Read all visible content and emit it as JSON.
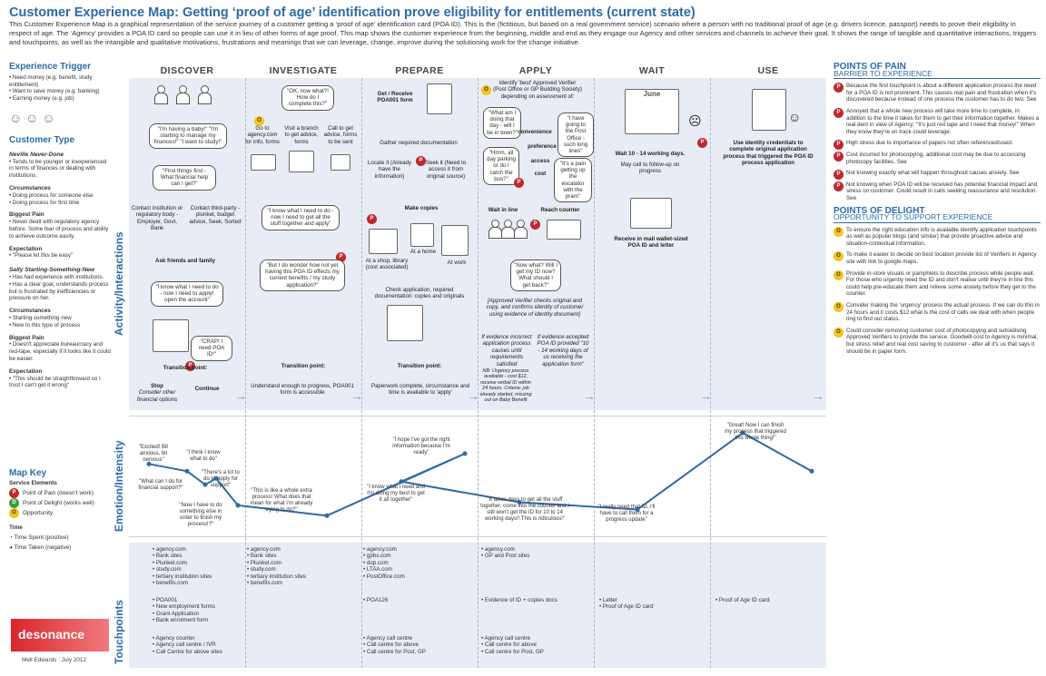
{
  "title": "Customer Experience Map: Getting ‘proof of age’ identification prove eligibility for entitlements (current state)",
  "intro": "This Customer Experience Map is a graphical representation of the service journey of a customer getting a ‘proof of age’ identification card (POA ID). This is the (fictitious, but based on a real government service) scenario where a person with no traditional proof of age (e.g. drivers licence, passport) needs to prove their eligibility in respect of age. The ‘Agency’ provides a POA ID card so people can use it in lieu of other forms of age proof. This map shows the customer experience from the beginning, middle and end as they engage our Agency and other services and channels to achieve their goal. It shows the range of tangible and quantitative interactions, triggers and touchpoints, as well as the intangible and qualitative motivations, frustrations and meanings that we can leverage, change, improve during the solutioning work for the change initiative.",
  "left": {
    "trigger_title": "Experience Trigger",
    "triggers": [
      "Need money (e.g. benefit, study entitlement)",
      "Want to save money (e.g. banking)",
      "Earning money (e.g. job)"
    ],
    "type_title": "Customer Type",
    "persona1": "Neville Never-Done",
    "persona1_desc": [
      "Tends to be younger or inexperienced in terms of finances or dealing with institutions."
    ],
    "circ_label": "Circumstances",
    "persona1_circ": [
      "Doing process for someone else",
      "Doing process for first time"
    ],
    "pain_label": "Biggest Pain",
    "persona1_pain": [
      "Never dealt with regulatory agency before. Some fear of process and ability to achieve outcome easily."
    ],
    "exp_label": "Expectation",
    "persona1_exp": [
      "\"Please let this be easy\""
    ],
    "persona2": "Sally Starting-Something-New",
    "persona2_desc": [
      "Has had experience with institutions.",
      "Has a clear goal, understands process but is frustrated by inefficiencies or pressure on her."
    ],
    "persona2_circ": [
      "Starting something new",
      "New to this type of process"
    ],
    "persona2_pain": [
      "Doesn't appreciate bureaucracy and red-tape, especially if it looks like it could be easier."
    ],
    "persona2_exp": [
      "\"This should be straightforward so I trust I can't get it wrong\""
    ]
  },
  "key": {
    "title": "Map Key",
    "service_label": "Service Elements",
    "pain": "Point of Pain (doesn't work)",
    "delight": "Point of Delight (works well)",
    "opportunity": "Opportunity",
    "time_label": "Time",
    "time_spent": "Time Spent (positive)",
    "time_taken": "Time Taken (negative)"
  },
  "brand": "desonance",
  "credit": "Mell Edwards : July 2012",
  "rows": [
    "Activity/Interactions",
    "Emotion/Intensity",
    "Touchpoints"
  ],
  "stages": [
    "DISCOVER",
    "INVESTIGATE",
    "PREPARE",
    "APPLY",
    "WAIT",
    "USE"
  ],
  "discover": {
    "b1": "\"I'm having a baby!\" \"I'm starting to manage my finances!\" \"I want to study!\"",
    "b2": "\"First things first - What financial help can I get?\"",
    "contact1": "Contact institution or regulatory body - Employer, Govt, Bank",
    "contact2": "Contact third-party - plunket, budget advice, Seek, Sorted",
    "ask": "Ask friends and family",
    "b3": "\"I know what I need to do - now I need to apply! open the account\"",
    "crap": "\"CRAP! I need POA ID!\"",
    "transition": "Transition point:",
    "stop": "Stop",
    "stop_sub": "Consider other financial options",
    "continue": "Continue"
  },
  "investigate": {
    "b1": "\"OK, now what?! How do I complete this?\"",
    "goto": "Go to agency.com for info, forms",
    "visit": "Visit a branch to get advice, forms",
    "call": "Call to get advice, forms to be sent",
    "b2": "\"I know what I need to do - now I need to get all the stuff together and apply\"",
    "b3": "\"But I do wonder how not yet having this POA ID effects my current benefits / my study application?\"",
    "transition": "Transition point:",
    "trans_text": "Understand enough to progress, POA001 form is accessible"
  },
  "prepare": {
    "get": "Get / Receive POA001 form",
    "gather": "Gather required documentation",
    "locate": "Locate it (Already have the information)",
    "seek": "Seek it (Need to access it from original source)",
    "copies": "Make copies",
    "at_shop": "At a shop, library (cost associated)",
    "at_home": "At a home",
    "at_work": "At work",
    "check": "Check application, required documentation: copies and originals",
    "transition": "Transition point:",
    "trans_text": "Paperwork complete, circumstance and time is available to 'apply'"
  },
  "apply": {
    "identify": "Identify 'best' Approved Verifier (Post Office or GP Building Society) depending on assessment of:",
    "convenience": "convenience",
    "preference": "preference",
    "access": "access",
    "cost": "cost",
    "b1": "\"What am I doing that day - will I be in town?\"",
    "b2": "\"I have going to the Post Office - such long lines\"",
    "b3": "\"Hmm, all day parking or do I catch the bus?\"",
    "b4": "\"It's a pain getting up the escalator with the pram\"",
    "wait": "Wait in line",
    "reach": "Reach counter",
    "b5": "\"Now what? Will I get my ID now? What should I get back?\"",
    "verifier": "[Approved Verifier checks original and copy, and confirms identity of customer using evidence of identity document]",
    "incorrect": "If evidence incorrect application process causes until requirements satisfied",
    "accepted": "If evidence accepted POA ID provided \"10 - 14 working days of us receiving the application form\"",
    "note": "NB: Urgency process available - cost $12, receive verbal ID within 24 hours. Criteria: job already started, missing out on Baby Benefit"
  },
  "wait": {
    "calendar": "June",
    "days": "Wait 10 - 14 working days.",
    "may_call": "May call to follow-up on progress",
    "receive": "Receive in mail wallet-sized POA ID and letter"
  },
  "use": {
    "text": "Use identity credentials to complete original application process that triggered the POA ID process application"
  },
  "emotion": {
    "n1": "\"Excited! Bit anxious, bit nervous\"",
    "n2": "\"I think I know what to do\"",
    "n3": "\"What can I do for financial support?\"",
    "n4": "\"There's a lot to do to apply for support\"",
    "n5": "\"Now I have to do something else in order to finish my process!?\"",
    "n6": "\"This is like a whole extra process! What does that mean for what I'm already trying to do?\"",
    "n7": "\"I hope I've got the right information because I'm ready\"",
    "n8": "\"I know what I need and I'm doing my best to get it all together\"",
    "n9": "\"It takes days to get all the stuff together, come into the counter and I still won't get the ID for 10 to 14 working days!! This is ridiculous!\"",
    "n10": "\"I really need that ID, I'll have to call them for a progress update\"",
    "n11": "\"Great! Now I can finish my process that triggered this whole thing!\""
  },
  "touchpoints": {
    "row1": [
      [
        "agency.com",
        "Bank sites",
        "Plunket.com",
        "study.com",
        "tertiary institution sites",
        "benefits.com"
      ],
      [
        "agency.com",
        "Bank sites",
        "Plunket.com",
        "study.com",
        "tertiary institution sites",
        "benefits.com"
      ],
      [
        "agency.com",
        "gpbs.com",
        "dop.com",
        "LTAA.com",
        "PostOffice.com"
      ],
      [
        "agency.com",
        "GP and Post sites"
      ],
      [],
      []
    ],
    "row2": [
      [
        "POA001",
        "New employment forms",
        "Grant Application",
        "Bank enrolment form"
      ],
      [],
      [
        "POA126"
      ],
      [
        "Evidence of ID + copies docs"
      ],
      [
        "Letter",
        "Proof of Age ID card"
      ],
      [
        "Proof of Age ID card"
      ]
    ],
    "row3": [
      [
        "Agency counter",
        "Agency call centre / IVR",
        "Call Centre for above sites"
      ],
      [],
      [
        "Agency call centre",
        "Call centre for above",
        "Call centre for Post, GP"
      ],
      [
        "Agency call centre",
        "Call centre for above",
        "Call centre for Post, GP"
      ],
      [],
      []
    ]
  },
  "pain": {
    "title": "POINTS OF PAIN",
    "subtitle": "BARRIER TO EXPERIENCE",
    "items": [
      "Because the first touchpoint is about a different application process the need for a POA ID is not prominent. This causes real pain and frustration when it's discovered because instead of one process the customer has to do two. See",
      "Annoyed that a whole new process will take more time to complete, in addition to the time it takes for them to get their information together. Makes a real dent in view of Agency: \"It's just red tape and I need that money!\" When they know they're on track could leverage:",
      "High stress due to importance of papers not often referenced/used.",
      "Cost incurred for photocopying, additional cost may be due to accessing photocopy facilities. See",
      "Not knowing exactly what will happen throughout causes anxiety. See",
      "Not knowing when POA ID will be received has potential financial impact and stress on customer. Could result in calls seeking reassurance and resolution. See"
    ]
  },
  "delight": {
    "title": "POINTS OF DELIGHT",
    "subtitle": "OPPORTUNITY TO SUPPORT EXPERIENCE",
    "items": [
      "To ensure the right education info is available identify application touchpoints as well as popular blogs (and similar) that provide proactive advice and situation-contextual information.",
      "To make it easier to decide on best location provide list of Verifiers in Agency site with link to google maps.",
      "Provide in-store visuals or pamphlets to describe process while people wait. For those who urgently need the ID and don't realise until they're in line this could help pre-educate them and relieve some anxiety before they get to the counter.",
      "Consider making the 'urgency' process the actual process. If we can do this in 24 hours and it costs $12 what is the cost of calls we deal with when people ring to find out status.",
      "Could consider removing customer cost of photocopying and subsidising Approved Verifiers to provide the service. Goodwill cost to Agency is minimal, but stress relief and real cost saving to customer - after all it's us that says it should be in paper form."
    ]
  },
  "emotion_levels": [
    0.62,
    0.55,
    0.42,
    0.48,
    0.22,
    0.12,
    0.72,
    0.45,
    0.25,
    0.18,
    0.92,
    0.55
  ],
  "colors": {
    "accent": "#2e6aa8",
    "pain": "#c0282d",
    "delight": "#3f9b3f",
    "opportunity": "#f5c518"
  }
}
